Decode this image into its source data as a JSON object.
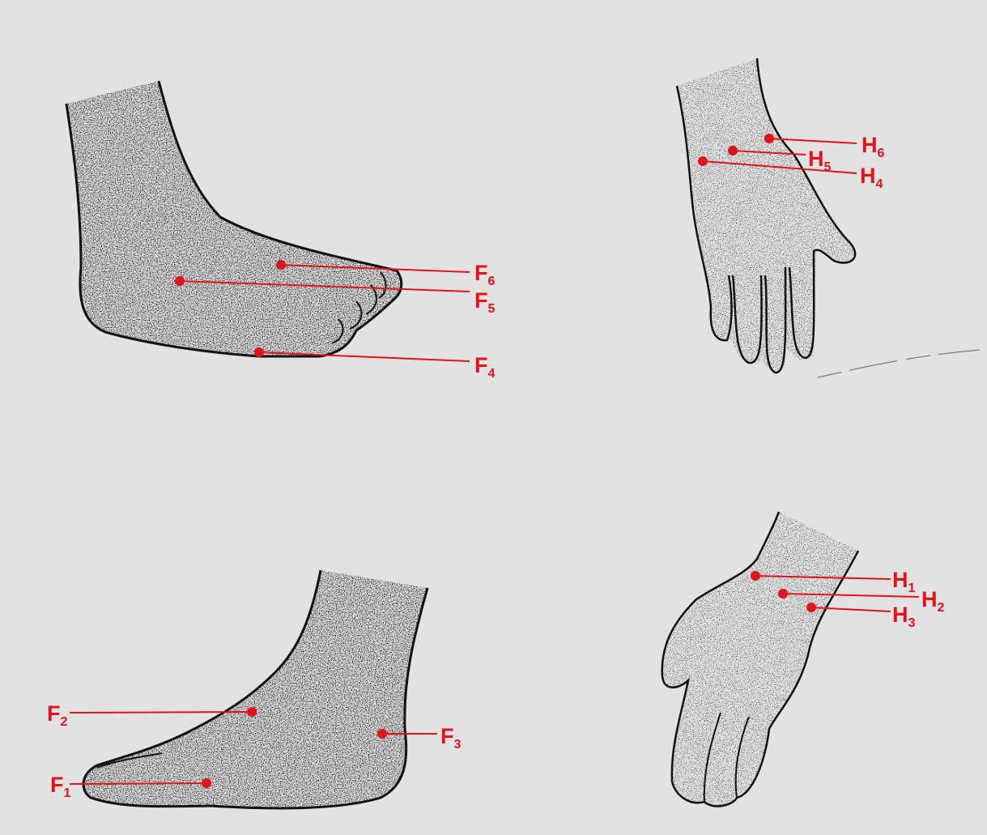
{
  "accent_color": "#e0141c",
  "ink_color": "#111111",
  "background_color": "#e2e2e2",
  "figures": [
    {
      "name": "foot-top-view",
      "kind": "foot"
    },
    {
      "name": "hand-back-view",
      "kind": "hand"
    },
    {
      "name": "foot-inner-view",
      "kind": "foot"
    },
    {
      "name": "hand-palm-view",
      "kind": "hand"
    }
  ],
  "points": {
    "F1": {
      "letter": "F",
      "index": "1"
    },
    "F2": {
      "letter": "F",
      "index": "2"
    },
    "F3": {
      "letter": "F",
      "index": "3"
    },
    "F4": {
      "letter": "F",
      "index": "4"
    },
    "F5": {
      "letter": "F",
      "index": "5"
    },
    "F6": {
      "letter": "F",
      "index": "6"
    },
    "H1": {
      "letter": "H",
      "index": "1"
    },
    "H2": {
      "letter": "H",
      "index": "2"
    },
    "H3": {
      "letter": "H",
      "index": "3"
    },
    "H4": {
      "letter": "H",
      "index": "4"
    },
    "H5": {
      "letter": "H",
      "index": "5"
    },
    "H6": {
      "letter": "H",
      "index": "6"
    }
  }
}
